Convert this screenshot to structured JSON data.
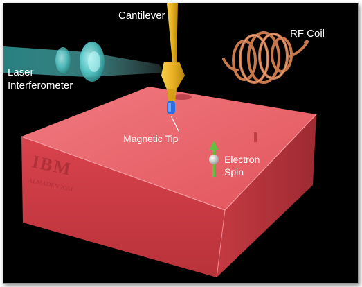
{
  "labels": {
    "cantilever": "Cantilever",
    "rf_coil": "RF Coil",
    "laser_line1": "Laser",
    "laser_line2": "Interferometer",
    "magnetic_tip": "Magnetic Tip",
    "electron_line1": "Electron",
    "electron_line2": "Spin"
  },
  "engraving": {
    "logo": "IBM",
    "text": "ALMADEN 2004"
  },
  "colors": {
    "background": "#000000",
    "sample": "#e8525a",
    "cantilever": "#e8b020",
    "coil": "#c8784a",
    "laser": "#5fd0d0",
    "tip": "#2a6fe0",
    "spin_arrow": "#60c040"
  }
}
